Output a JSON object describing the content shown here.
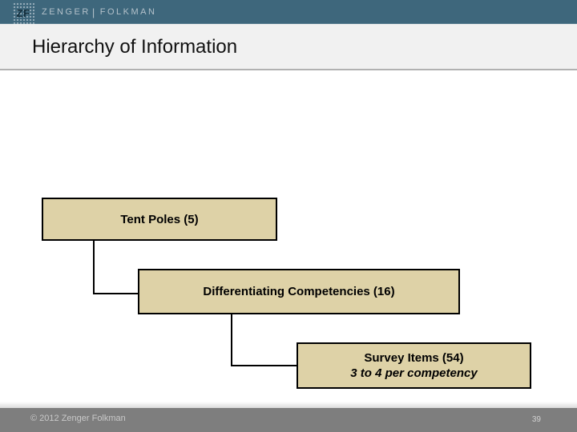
{
  "header": {
    "logo_monogram": "ZF",
    "brand_left": "ZENGER",
    "brand_separator": "|",
    "brand_right": "FOLKMAN"
  },
  "slide": {
    "title": "Hierarchy of Information"
  },
  "diagram": {
    "boxes": [
      {
        "label": "Tent Poles (5)"
      },
      {
        "label": "Differentiating Competencies (16)"
      },
      {
        "label": "Survey Items (54)",
        "sublabel": "3 to 4 per competency"
      }
    ]
  },
  "footer": {
    "copyright": "© 2012 Zenger Folkman",
    "page_number": "39"
  },
  "colors": {
    "header_bg": "#3e677c",
    "title_band_bg": "#f1f1f1",
    "divider": "#b1b1b1",
    "box_fill": "#ded2a7",
    "box_border": "#000000",
    "footer_bg": "#7e7e7e",
    "footer_text": "#c9c9c9"
  }
}
